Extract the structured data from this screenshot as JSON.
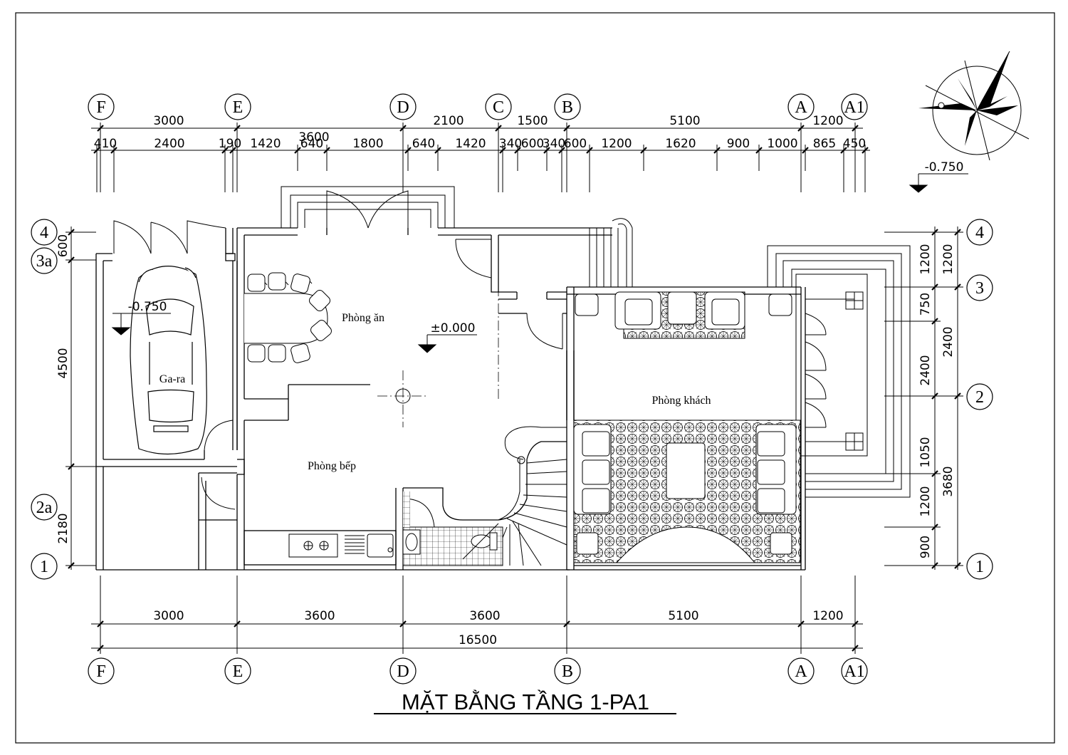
{
  "drawing": {
    "title": "MẶT BẰNG TẦNG 1-PA1",
    "line_color": "#000000",
    "background": "#ffffff"
  },
  "axes_top": [
    "F",
    "E",
    "D",
    "C",
    "B",
    "A",
    "A1"
  ],
  "axes_bottom": [
    "F",
    "E",
    "D",
    "B",
    "A",
    "A1"
  ],
  "axes_left": [
    "4",
    "3a",
    "2a",
    "1"
  ],
  "axes_right": [
    "4",
    "3",
    "2",
    "1"
  ],
  "dims_top_row1": [
    "3000",
    "3600",
    "2100",
    "1500",
    "5100",
    "1200"
  ],
  "dims_top_row2": [
    "410",
    "2400",
    "190",
    "1420",
    "640",
    "1800",
    "640",
    "1420",
    "340",
    "600",
    "340",
    "600",
    "1200",
    "1620",
    "900",
    "1000",
    "865",
    "450"
  ],
  "dims_bottom_row1": [
    "3000",
    "3600",
    "3600",
    "5100",
    "1200"
  ],
  "dims_bottom_total": "16500",
  "dims_left": [
    "600",
    "4500",
    "2180"
  ],
  "dims_right_inner": [
    "1200",
    "750",
    "2400",
    "1050",
    "1200",
    "900"
  ],
  "dims_right_outer": [
    "1200",
    "2400",
    "3680"
  ],
  "rooms": {
    "garage": "Ga-ra",
    "dining": "Phòng ăn",
    "kitchen": "Phòng bếp",
    "living": "Phòng khách"
  },
  "levels": {
    "garage": "-0.750",
    "main": "±0.000",
    "outdoor": "-0.750"
  },
  "icons": [
    "compass-icon",
    "car-icon",
    "stair-icon",
    "door-swing-icon",
    "sofa-icon",
    "stove-icon",
    "sink-icon",
    "toilet-icon"
  ]
}
